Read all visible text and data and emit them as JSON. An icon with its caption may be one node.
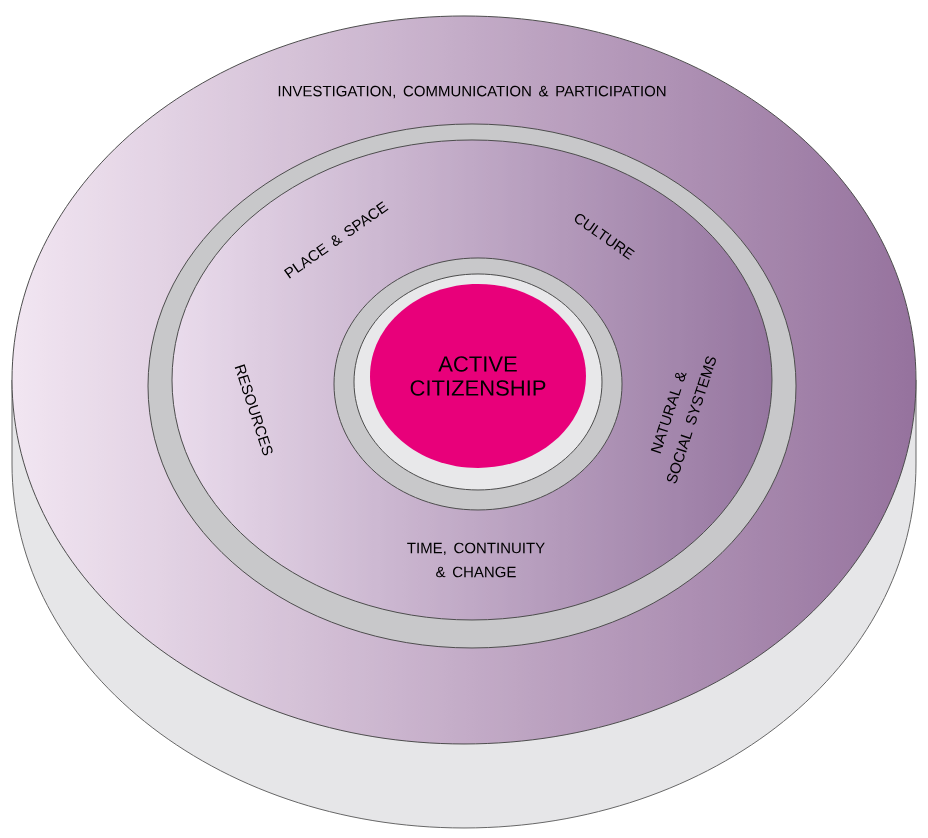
{
  "diagram": {
    "nodes": [
      {
        "text": [
          "INVESTIGATION, COMMUNICATION & PARTICIPATION"
        ]
      },
      {
        "text": [
          "PLACE & SPACE",
          "CULTURE",
          "RESOURCES",
          "NATURAL & SOCIAL SYSTEMS",
          "TIME, CONTINUITY & CHANGE"
        ],
        "in": 0
      },
      {
        "text": [
          "ACTIVE CITIZENSHIP"
        ],
        "in": 1
      }
    ]
  }
}
